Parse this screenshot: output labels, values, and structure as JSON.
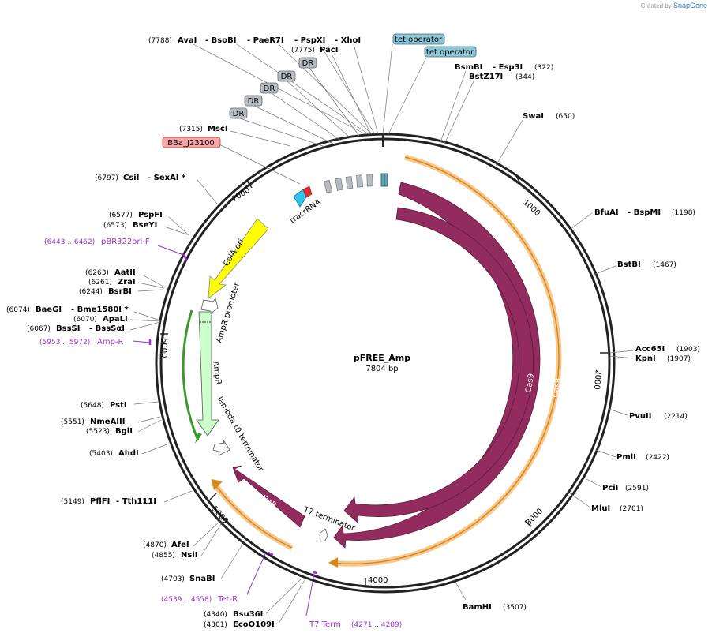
{
  "credit": {
    "prefix": "Created by",
    "brand": "SnapGene"
  },
  "plasmid": {
    "name": "pFREE_Amp",
    "length": "7804 bp"
  },
  "ticks": [
    "1000",
    "2000",
    "3000",
    "4000",
    "5000",
    "6000",
    "7000"
  ],
  "enzymes_left": [
    {
      "name": "AvaI",
      "pos": "(7788)"
    },
    {
      "name": "- BsoBI",
      "pos": ""
    },
    {
      "name": "- PaeR7I",
      "pos": ""
    },
    {
      "name": "- PspXI",
      "pos": ""
    },
    {
      "name": "- XhoI",
      "pos": ""
    },
    {
      "name": "PacI",
      "pos": "(7775)"
    },
    {
      "name": "MscI",
      "pos": "(7315)"
    },
    {
      "name": "CsiI",
      "pos": "(6797)"
    },
    {
      "name": "- SexAI *",
      "pos": ""
    },
    {
      "name": "PspFI",
      "pos": "(6577)"
    },
    {
      "name": "BseYI",
      "pos": "(6573)"
    },
    {
      "name": "AatII",
      "pos": "(6263)"
    },
    {
      "name": "ZraI",
      "pos": "(6261)"
    },
    {
      "name": "BsrBI",
      "pos": "(6244)"
    },
    {
      "name": "BaeGI",
      "pos": "(6074)"
    },
    {
      "name": "- Bme1580I *",
      "pos": ""
    },
    {
      "name": "ApaLI",
      "pos": "(6070)"
    },
    {
      "name": "BssSI",
      "pos": "(6067)"
    },
    {
      "name": "- BssSαI",
      "pos": ""
    },
    {
      "name": "PstI",
      "pos": "(5648)"
    },
    {
      "name": "NmeAIII",
      "pos": "(5551)"
    },
    {
      "name": "BglI",
      "pos": "(5523)"
    },
    {
      "name": "AhdI",
      "pos": "(5403)"
    },
    {
      "name": "PflFI",
      "pos": "(5149)"
    },
    {
      "name": "- Tth111I",
      "pos": ""
    },
    {
      "name": "AfeI",
      "pos": "(4870)"
    },
    {
      "name": "NsiI",
      "pos": "(4855)"
    },
    {
      "name": "SnaBI",
      "pos": "(4703)"
    },
    {
      "name": "Bsu36I",
      "pos": "(4340)"
    },
    {
      "name": "EcoO109I",
      "pos": "(4301)"
    }
  ],
  "enzymes_right": [
    {
      "name": "BsmBI",
      "pos": "(322)"
    },
    {
      "name": "- Esp3I",
      "pos": ""
    },
    {
      "name": "BstZ17I",
      "pos": "(344)"
    },
    {
      "name": "SwaI",
      "pos": "(650)"
    },
    {
      "name": "BfuAI",
      "pos": "(1198)"
    },
    {
      "name": "- BspMI",
      "pos": ""
    },
    {
      "name": "BstBI",
      "pos": "(1467)"
    },
    {
      "name": "Acc65I",
      "pos": "(1903)"
    },
    {
      "name": "KpnI",
      "pos": "(1907)"
    },
    {
      "name": "PvuII",
      "pos": "(2214)"
    },
    {
      "name": "PmlI",
      "pos": "(2422)"
    },
    {
      "name": "PciI",
      "pos": "(2591)"
    },
    {
      "name": "MluI",
      "pos": "(2701)"
    },
    {
      "name": "BamHI",
      "pos": "(3507)"
    }
  ],
  "primers": [
    {
      "name": "pBR322ori-F",
      "range": "(6443 .. 6462)"
    },
    {
      "name": "Amp-R",
      "range": "(5953 .. 5972)"
    },
    {
      "name": "Tet-R",
      "range": "(4539 .. 4558)"
    },
    {
      "name": "T7 Term",
      "range": "(4271 .. 4289)"
    }
  ],
  "boxed_features": [
    {
      "name": "tet operator",
      "color": "#8ec5d4"
    },
    {
      "name": "tet operator",
      "color": "#8ec5d4"
    },
    {
      "name": "DR",
      "color": "#b7bcc2"
    },
    {
      "name": "DR",
      "color": "#b7bcc2"
    },
    {
      "name": "DR",
      "color": "#b7bcc2"
    },
    {
      "name": "DR",
      "color": "#b7bcc2"
    },
    {
      "name": "DR",
      "color": "#b7bcc2"
    },
    {
      "name": "BBa_J23100",
      "color": "#f6a6a6"
    }
  ],
  "features": [
    {
      "name": "Cas9",
      "color": "#922b5e"
    },
    {
      "name": "Cas9",
      "color": "#922b5e"
    },
    {
      "name": "TetR",
      "color": "#922b5e"
    },
    {
      "name": "ColA ori",
      "color": "#ffff00"
    },
    {
      "name": "AmpR promoter",
      "color": "#ffffff"
    },
    {
      "name": "AmpR",
      "color": "#ccffcc"
    },
    {
      "name": "lambda t0 terminator",
      "color": "#ffffff"
    },
    {
      "name": "T7 terminator",
      "color": "#ffffff"
    },
    {
      "name": "tracrRNA",
      "color": "#2bc6f0"
    }
  ],
  "colors": {
    "enzyme_text": "#000000",
    "primer": "#9933cc",
    "orf_highlight": "#f7c98f",
    "orf_line": "#d9861a"
  }
}
